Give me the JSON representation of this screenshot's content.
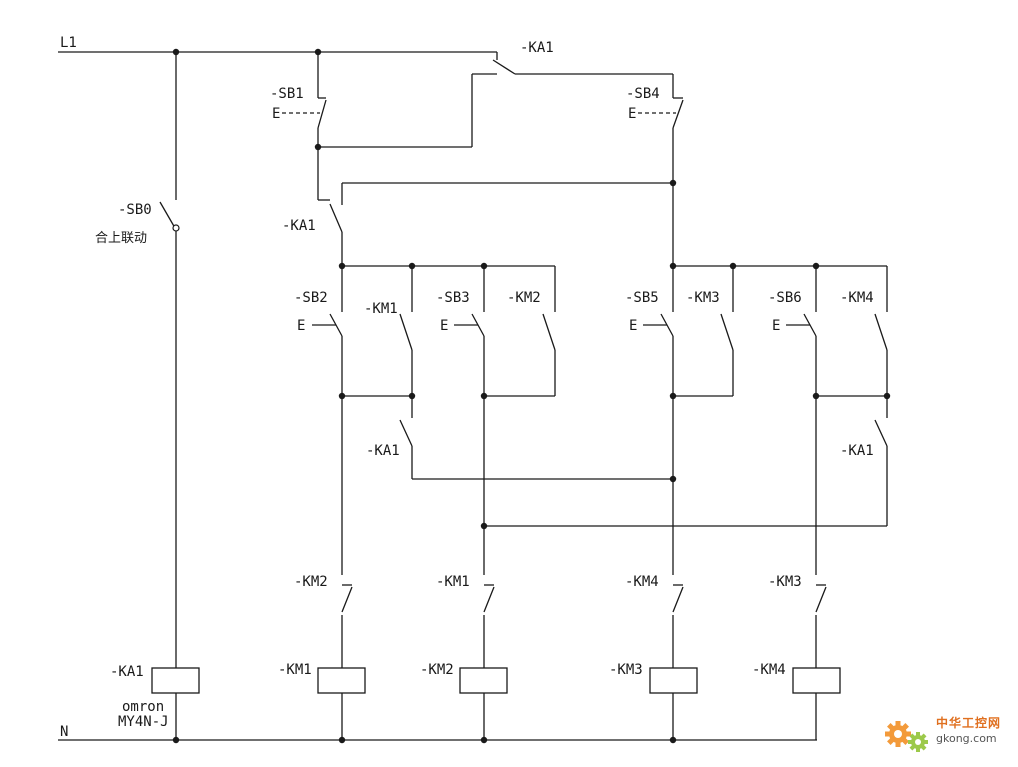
{
  "rails": {
    "top": "L1",
    "bottom": "N"
  },
  "relay": {
    "coil": "-KA1",
    "maker": "omron",
    "model": "MY4N-J"
  },
  "sb0": {
    "label": "-SB0",
    "caption": "合上联动"
  },
  "top": {
    "ka1_top": "-KA1",
    "sb1": "-SB1",
    "sb4": "-SB4",
    "ka1_left": "-KA1",
    "e_mark": "E"
  },
  "branches": [
    {
      "button": "-SB2",
      "holding": "-KM1",
      "interlock": "-KM2",
      "coil": "-KM1"
    },
    {
      "button": "-SB3",
      "holding": "-KM2",
      "interlock": "-KM1",
      "coil": "-KM2"
    },
    {
      "button": "-SB5",
      "holding": "-KM3",
      "interlock": "-KM4",
      "coil": "-KM3"
    },
    {
      "button": "-SB6",
      "holding": "-KM4",
      "interlock": "-KM3",
      "coil": "-KM4"
    }
  ],
  "ka1_mid_left": "-KA1",
  "ka1_mid_right": "-KA1",
  "watermark": {
    "name": "中华工控网",
    "site": "gkong.com",
    "logo": "gear-logo"
  }
}
